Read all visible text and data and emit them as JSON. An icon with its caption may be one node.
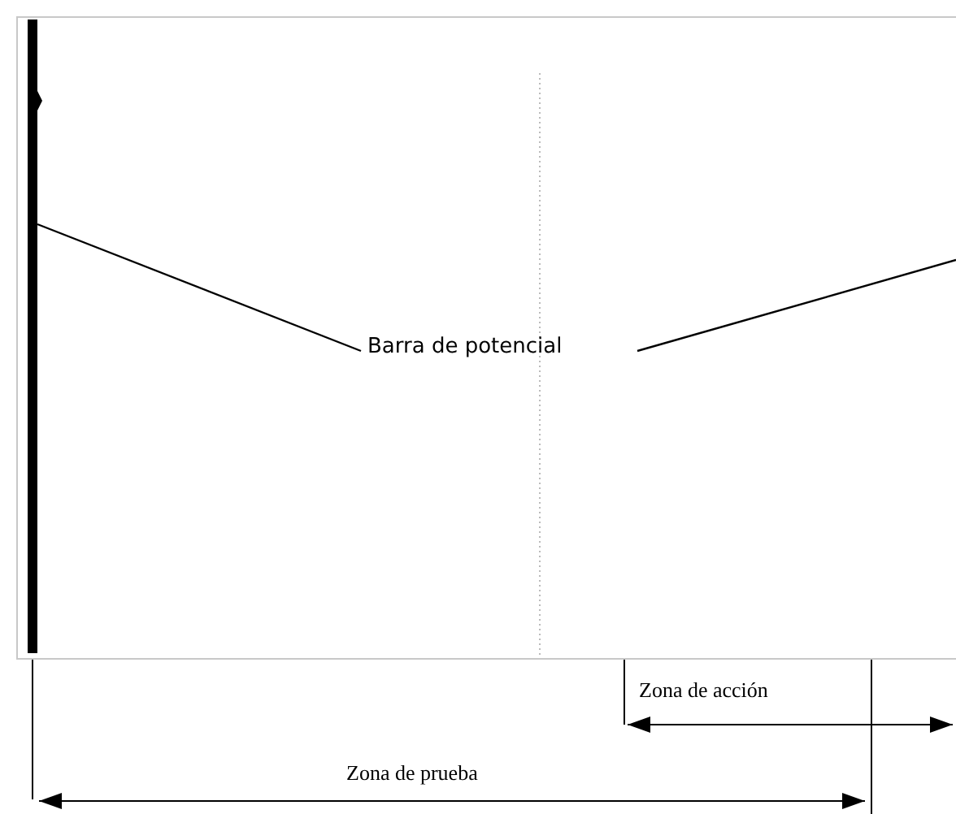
{
  "diagram": {
    "nodes": [
      {
        "text": [
          "Barra de potencial"
        ]
      },
      {
        "text": [],
        "shape": "bar"
      }
    ],
    "edges": [
      {
        "from": 0,
        "to": 1,
        "arrow": "none"
      },
      {
        "from": 0,
        "to": null,
        "arrow": "none"
      }
    ],
    "labels": [
      "Zona de acción",
      "Zona de prueba"
    ]
  }
}
